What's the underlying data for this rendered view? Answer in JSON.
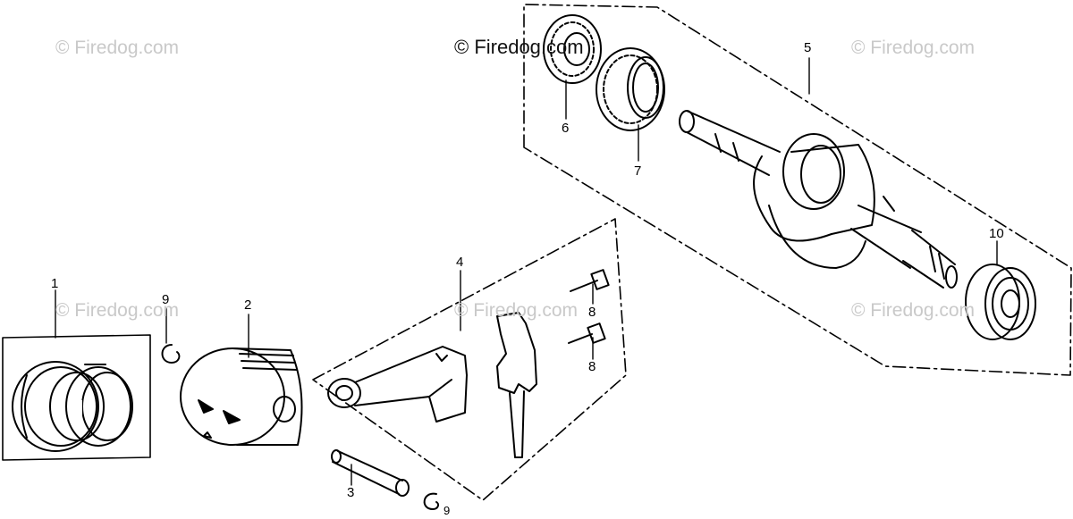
{
  "watermarks": {
    "top_left": "© Firedog.com",
    "top_center": "© Firedog.com",
    "top_right": "© Firedog.com",
    "mid_left": "© Firedog.com",
    "mid_center": "© Firedog.com",
    "mid_right": "© Firedog.com"
  },
  "callouts": {
    "piston_ring_set": "1",
    "piston": "2",
    "piston_pin": "3",
    "connecting_rod": "4",
    "crankshaft": "5",
    "timing_gear": "6",
    "crank_gear": "7",
    "rod_bolt_upper": "8",
    "rod_bolt_lower": "8",
    "pin_clip_upper": "9",
    "pin_clip_lower": "9",
    "bearing": "10"
  },
  "colors": {
    "line": "#000000",
    "watermark": "#c9c9c9"
  }
}
